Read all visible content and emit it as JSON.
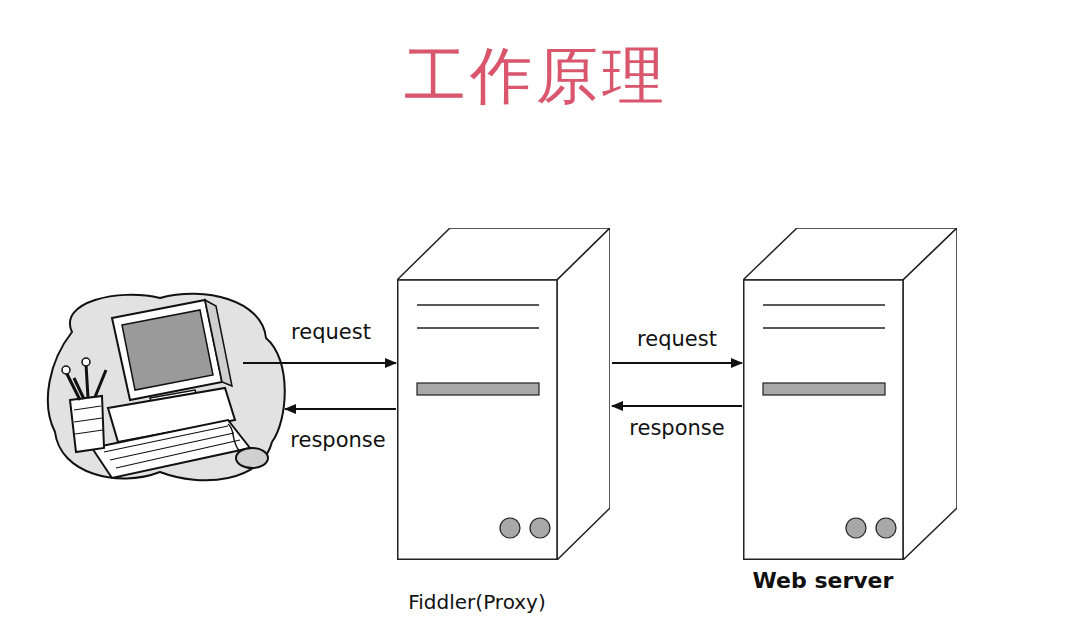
{
  "diagram": {
    "title": "工作原理",
    "nodes": [
      {
        "text": [
          "Fiddler(Proxy)"
        ]
      },
      {
        "text": [
          "Web server"
        ]
      }
    ],
    "edges": [
      {
        "from": 0,
        "to": 1,
        "arrow": "to",
        "label": "request"
      },
      {
        "from": 1,
        "to": 0,
        "arrow": "to",
        "label": "response"
      }
    ],
    "labels": [
      "request",
      "response"
    ]
  }
}
